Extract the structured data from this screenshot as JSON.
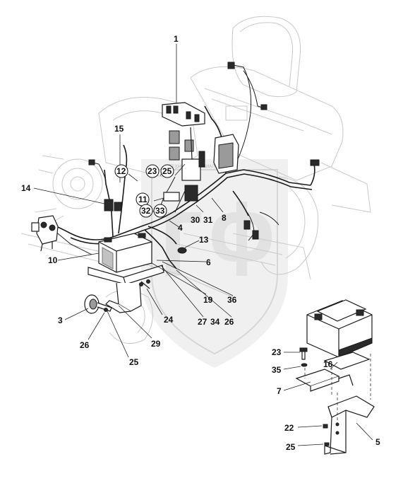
{
  "callouts": {
    "c1": "1",
    "c15": "15",
    "c12": "12",
    "c23": "23",
    "c25": "25",
    "c14": "14",
    "c11": "11",
    "c32": "32",
    "c33": "33",
    "c30": "30",
    "c31": "31",
    "c8": "8",
    "c4": "4",
    "c13": "13",
    "c10": "10",
    "c6": "6",
    "c19": "19",
    "c36": "36",
    "c3": "3",
    "c24": "24",
    "c27": "27",
    "c34": "34",
    "c26a": "26",
    "c26b": "26",
    "c29": "29",
    "c25b": "25",
    "d23": "23",
    "d35": "35",
    "d16": "16",
    "d7": "7",
    "d22": "22",
    "d25": "25",
    "d5": "5"
  },
  "colors": {
    "ink": "#1a1a1a",
    "ghost": "#c9c9c9",
    "watermark": "#e3e3e3"
  },
  "icons": {
    "watermark": "shield-watermark-icon",
    "battery": "battery-icon",
    "horn": "horn-icon"
  }
}
